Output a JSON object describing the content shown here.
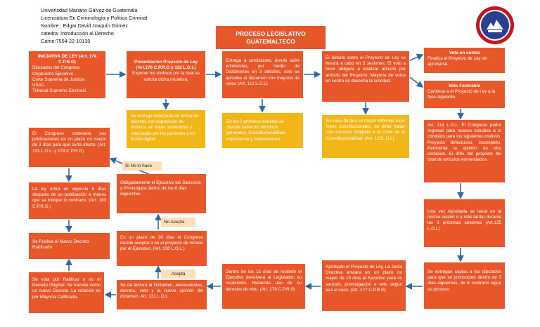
{
  "header": {
    "lines": [
      "Univerisdad Mariano Gálvez de Guatemala",
      "Licenciatura En Criminología y Política Criminal",
      "Nombre : Edgar David Joaquín Gómez",
      "catedra: Introducción al Derecho",
      "Carne:7554-22-10130"
    ]
  },
  "title": "PROCESO LEGISLATIVO GUATEMALTECO",
  "colors": {
    "orange": "#e8572a",
    "yellow": "#f2b619",
    "tag": "#fbe0b8"
  },
  "logo_icon": "university-seal-icon",
  "boxes": {
    "iniciativa": {
      "heading": "INICIATIVA DE LEY (Art. 174 C.P.R.G)",
      "lines": [
        "Diputados del Congreso",
        "Organismo Ejecutivo",
        "Corte Suprema de Justicia",
        "USAC",
        "Tribunal Supremo Electoral"
      ]
    },
    "presentacion": {
      "heading": "Presentación Proyecto de Ley (Art.176 C.P.R.G y 112 L.O.L)",
      "text": "Exponer los motivos por la cual se solicita dicha iniciativa."
    },
    "entrega": {
      "text": "Entrega a comisiones, donde sufre enmiendas, por medio de Dictámenes en 3 debates, solo se aprueba el dictamen con mayoría de votos (Art. 112 L.O.L)"
    },
    "debate": {
      "text": "El debate sobre el Proyecto de Ley se llevará a cabo en 3 sesiones. El voto a favor obligara a analizar artículo por artículo del Proyecto. Mayoría de votos en contra se desecha la solicitud."
    },
    "voto_contra": {
      "heading": "Voto en contra",
      "text": "Finaliza el Proyecto de Ley sin aprobarse."
    },
    "voto_favor": {
      "heading": "Voto Favorable",
      "text": "Continua a el Proyecto de Ley a la fase siguiente."
    },
    "art118": {
      "text": "Art. 118 L.O.L. El Congreso podrá regresar para nuevos estudios a la comisión para los siguientes motivos: Proyecto defectuoso, incompleto, Pertinente la opinión de otra comisión. El 30% del proyecto del total de artículos enmendados."
    },
    "aprobada": {
      "text": "Una vez Aprobada se leerá en la misma sesión o a más tardar durante las 3 próximas sesiones (Art.125 L.O.L)"
    },
    "copias": {
      "text": "Se entregan copias a los diputados para que se pronuncien dentro de 5 días siguientes, de lo contrario sigue su proceso."
    },
    "aprobado_proyecto": {
      "text": "Aprobado el Proyecto de Ley, La Junta Directiva enviara en un plazo no mayor de 10 días al Ejecutivo para su sanción, promulgación o veto según sea el caso. (Art. 177 C.P.R.G)"
    },
    "quince_dias": {
      "text": "Dentro de los 15 días de recibido el Ejecutivo devolverá al Legislativo su resolución. Haciendo uso de su derecho de veto. (Art. 178 C.P.R.G)"
    },
    "lectura": {
      "text": "Se da lectura al Dictamen, antecedentes, decreto, veto y la nueva opinión del dictamen. Art. 131 L.O.L"
    },
    "treinta_dias": {
      "text": "En un plazo de 30 días el Congreso decide aceptar o no el proyecto de Vetado por el Ejecutivo. (Art. 130 L.O.L.)"
    },
    "obligadamente": {
      "text": "Obligadamente el Ejecutivo los Sanciona y Promulgara dentro de los 8 días siguientes."
    },
    "ordenaria": {
      "text": "El Congreso ordenaria sus publicaciones en un plazo no mayor de 3 días para que surta afecto. (Art. 133 L.O.L. y 179 C.P.R.G)"
    },
    "vigencia": {
      "text": "La ley entra en vigencia 8 días después de su publicación a menos que se indique lo contrario. (Art. 180 C.P.R.G.)"
    },
    "ratificado": {
      "text": "Se Publica el Nuevo Decreto Ratificado."
    },
    "ratificar": {
      "text": "Se vota por Ratificar o no el Decreto Original. Se transita como un nuevo Decreto. La votación es por Mayoría Calificada."
    }
  },
  "yellow_boxes": {
    "redactada": {
      "text": "Se entrega redactada en forma de decreto, con exposición de motivos, en hojas numeradas y rubricadas por los ponentes y en forma digital."
    },
    "dos_debates": {
      "text": "En los 2 primeros debates se discute sobre los términos generales, Constitucionalidad, importancia y conveniencia."
    },
    "inconstitucionales": {
      "text": "En caso de que se hayan informes a los leyes constitucionales, se debe hacer una consulta obligada a la Corte de la Constitucionalidad. (Art. 123L.O.L)"
    }
  },
  "tags": {
    "si_no_hace": "Si No lo hace",
    "no_acepta": "No Acepta",
    "acepta": "Acepta"
  }
}
